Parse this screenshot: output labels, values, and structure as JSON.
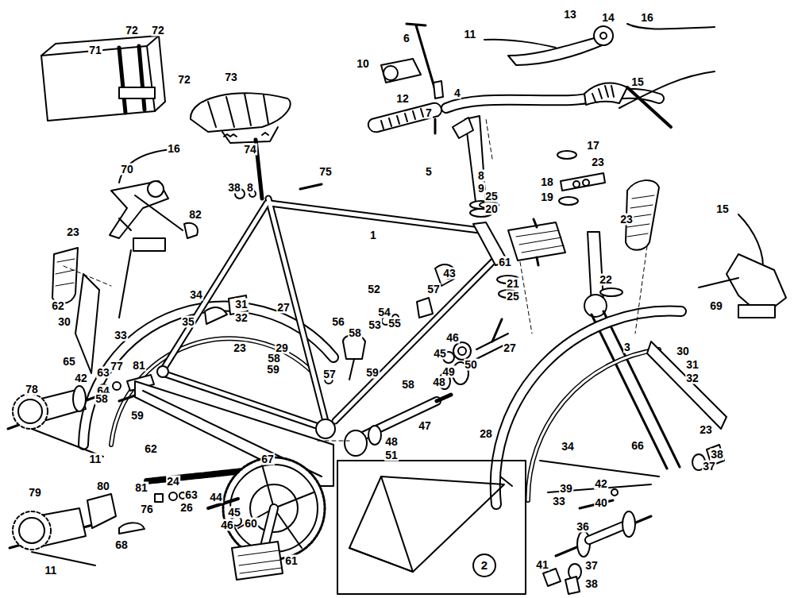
{
  "diagram": {
    "nodes": [
      {
        "text": [
          "2"
        ]
      }
    ],
    "labels": [
      "71",
      "72",
      "72",
      "72",
      "13",
      "14",
      "16",
      "6",
      "11",
      "10",
      "73",
      "12",
      "4",
      "15",
      "7",
      "16",
      "74",
      "17",
      "5",
      "75",
      "23",
      "8",
      "9",
      "38",
      "8",
      "18",
      "19",
      "25",
      "20",
      "70",
      "82",
      "15",
      "23",
      "23",
      "1",
      "61",
      "43",
      "22",
      "21",
      "52",
      "57",
      "25",
      "34",
      "31",
      "62",
      "69",
      "27",
      "54",
      "32",
      "30",
      "35",
      "56",
      "53",
      "55",
      "58",
      "33",
      "46",
      "3",
      "29",
      "23",
      "27",
      "30",
      "45",
      "58",
      "65",
      "81",
      "77",
      "31",
      "50",
      "59",
      "63",
      "49",
      "59",
      "57",
      "42",
      "32",
      "48",
      "78",
      "64",
      "58",
      "58",
      "59",
      "47",
      "23",
      "28",
      "48",
      "66",
      "34",
      "62",
      "38",
      "51",
      "11",
      "67",
      "37",
      "24",
      "80",
      "42",
      "81",
      "39",
      "63",
      "44",
      "33",
      "40",
      "79",
      "26",
      "76",
      "45",
      "60",
      "46",
      "36",
      "68",
      "61",
      "41",
      "37",
      "11",
      "38"
    ]
  }
}
